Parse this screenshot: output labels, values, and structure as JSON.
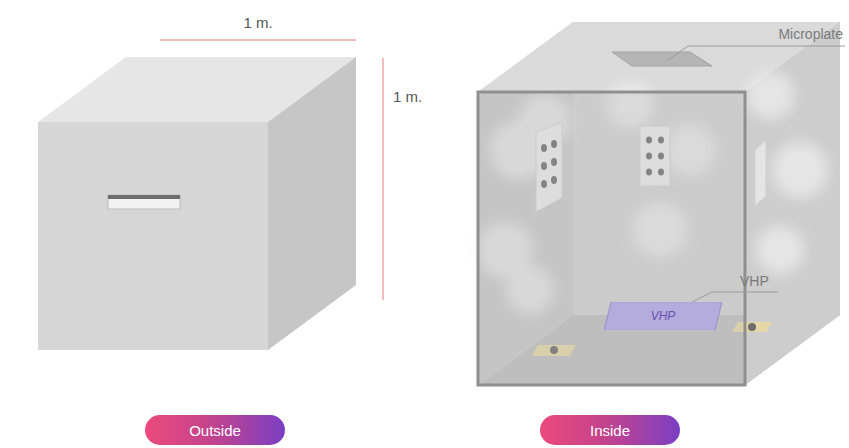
{
  "diagram": {
    "nodes": [
      {
        "text": [
          "VHP"
        ]
      },
      {
        "text": [
          "Outside"
        ]
      },
      {
        "text": [
          "Inside"
        ]
      }
    ],
    "labels": [
      "1 m.",
      "1 m.",
      "Microplate",
      "VHP"
    ]
  }
}
